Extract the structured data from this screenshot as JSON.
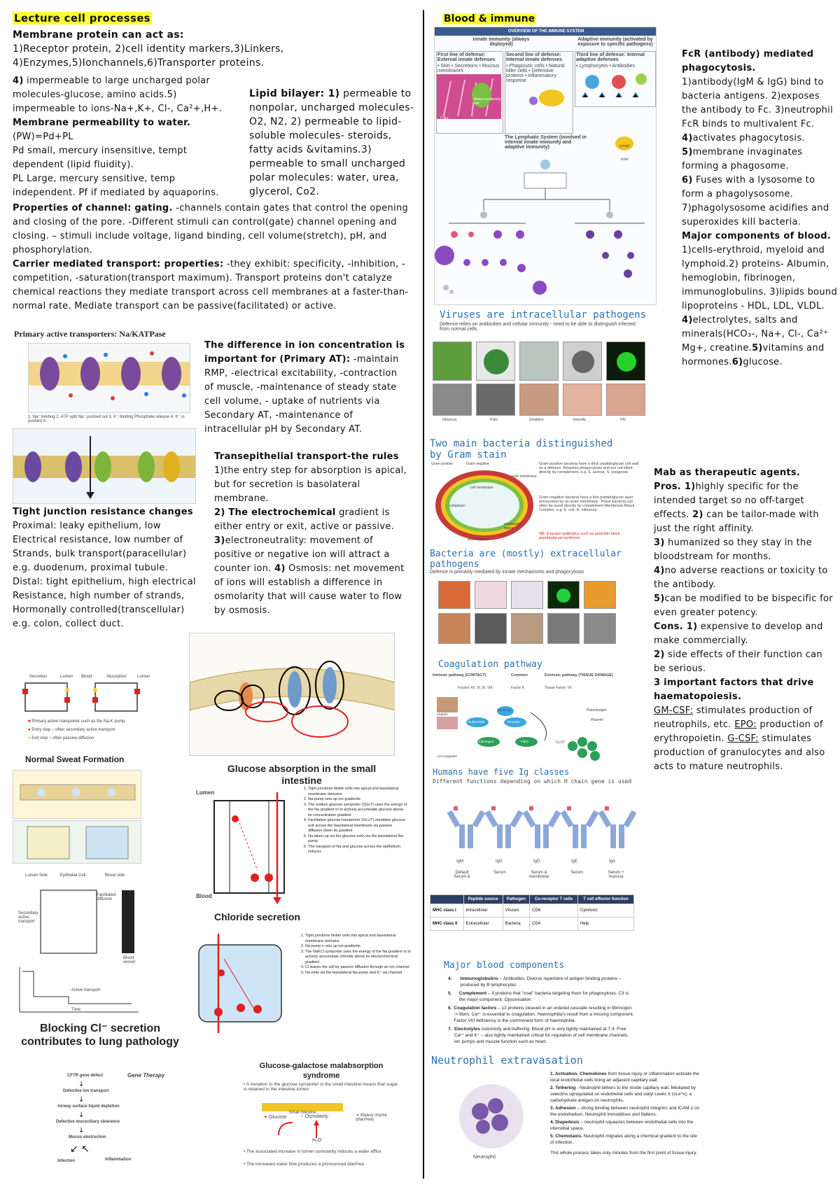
{
  "left": {
    "heading": "Lecture cell processes",
    "membrane_title": "Membrane protein can act as:",
    "membrane_line1": "1)Receptor protein, 2)cell identity markers,3)Linkers,",
    "membrane_line2": "4)Enzymes,5)Ionchannels,6)Transporter proteins.",
    "lipid_bold": "Lipid bilayer: 1)",
    "lipid_text": " permeable to nonpolar, uncharged molecules-O2, N2, 2) permeable to lipid-soluble molecules- steroids, fatty acids &vitamins.3) permeable to small uncharged polar molecules: water, urea, glycerol, Co2.",
    "impermeable_text": " impermeable to large uncharged polar molecules-glucose, amino acids.5) impermeable to ions-Na+,K+, Cl-, Ca²+,H+.",
    "impermeable_bold": "4)",
    "perm_title": "Membrane permeability to water.",
    "perm_formula": "(PW)=Pd+PL",
    "pd_text": "Pd small, mercury insensitive, tempt dependent (lipid fluidity).",
    "pl_text": "PL Large, mercury sensitive, temp independent. Pf if mediated by aquaporins.",
    "channel_bold": "Properties of channel: gating.",
    "channel_text": " -channels contain gates that control the opening and closing of the pore. -Different stimuli can control(gate) channel opening and closing. – stimuli include voltage, ligand binding, cell volume(stretch), pH, and phosphorylation.",
    "carrier_bold": "Carrier mediated transport: properties:",
    "carrier_text": " -they exhibit: specificity, -inhibition, -competition, -saturation(transport maximum). Transport proteins don't catalyze chemical reactions they mediate transport across cell membranes at a faster-than-normal rate. Mediate transport can be passive(facilitated) or active.",
    "primary_title": "Primary active transporters: Na/KATPase",
    "primary_steps": "1. Na⁺ binding   2. ATP split Na⁺ pushed out   3. K⁺ binding Phosphate release   4. K⁺ is pushed in",
    "ion_bold": "The difference in ion concentration is important for (Primary AT):",
    "ion_text": " -maintain RMP, -electrical excitability, -contraction of muscle, -maintenance of steady state cell volume, - uptake of nutrients via Secondary AT, -maintenance of intracellular pH by Secondary AT.",
    "transep_title": "Transepithelial transport-the rules",
    "transep_text1": "1)the entry step for absorption is apical, but for secretion is basolateral membrane.",
    "transep_bold2": "2) The electrochemical",
    "transep_text2": " gradient is either entry or exit, active or passive.",
    "transep_bold3": "3)",
    "transep_text3": "electroneutrality: movement of positive or negative ion will attract a counter ion.",
    "transep_bold4": "4)",
    "transep_text4": " Osmosis: net movement of ions will establish a difference in osmolarity that will cause water to flow by osmosis.",
    "tight_title": "Tight junction resistance changes",
    "tight_text": "Proximal: leaky epithelium, low Electrical resistance, low number of Strands, bulk transport(paracellular) e.g. duodenum, proximal tubule. Distal: tight epithelium, high electrical Resistance, high number of strands, Hormonally controlled(transcellular) e.g. colon, collect duct.",
    "legend1": "Primary active transporter such as the Na-K pump",
    "legend2": "Entry step – often secondary active transport",
    "legend3": "Exit step – often passive diffusion",
    "sweat_title": "Normal Sweat Formation",
    "glucose_title": "Glucose absorption in the small intestine",
    "glucose_lumen": "Lumen",
    "glucose_blood": "Blood",
    "glucose_steps": [
      "Tight junctions divide cells into apical and basolateral membrane domains",
      "Na-pump sets up ion gradients",
      "The sodium glucose symporter (SGLT) uses the energy of the Na gradient to to actively accumulate glucose above its concentration gradient",
      "Facilitative glucose transporter (GLUT) mediates glucose exit across the basolateral membrane via passive diffusion down its gradient",
      "Na taken up via the glucose exits via the basolateral Na-pump",
      "The transport of Na and glucose across the epithelium induces"
    ],
    "chloride_title": "Chloride secretion",
    "chloride_steps": [
      "Tight junctions divide cells into apical and basolateral membrane domains",
      "Na pump s sets up ion gradients",
      "The NaKCl symporter uses the energy of the Na gradient to to actively accumulate chloride above its electrochemical gradient",
      "Cl leaves the cell by passive diffusion through an ion channel",
      "Na exits via the basolateral Na-pump and K⁺ via channel"
    ],
    "blocking_title1": "Blocking Cl⁻ secretion",
    "blocking_title2": "contributes to lung pathology",
    "cftr_items": [
      "CFTR gene defect",
      "Gene Therapy",
      "Defective ion transport",
      "Airway surface liquid depletion",
      "Defective mucociliary clearance",
      "Mucus obstruction",
      "Infection",
      "Inflammation"
    ],
    "malabs_title": "Glucose-galactose malabsorption syndrome",
    "malabs_bullet": "A mutation to the glucose symporter in the small intestine means that sugar is retained in the intestine lumen",
    "malabs_small": "Small intestine",
    "malabs_glucose": "Glucose",
    "malabs_osm": "↑ Osmolarity",
    "malabs_watery": "Watery chyme (diarrhea)",
    "malabs_h2o": "H₂O",
    "malabs_note1": "The associated increase in lumen osmolarity induces a water efflux",
    "malabs_note2": "The increased water flow produces a pronounced diarrhea",
    "sec_labels": [
      "Secretion",
      "Lumen",
      "Blood",
      "Absorption",
      "Lumen"
    ],
    "sweat_bottom": [
      "Lumen Side",
      "Epithelial Cell",
      "Blood side"
    ],
    "secondary_labels": [
      "Secondary active transport",
      "Facilitated diffusion",
      "Blood vessel",
      "Active transport",
      "Time"
    ]
  },
  "right": {
    "heading": "Blood & immune",
    "immune_header": "OVERVIEW OF THE IMMUNE SYSTEM",
    "immune_innate": "Innate immunity (always deployed)",
    "immune_adaptive": "Adaptive immunity (activated by exposure to specific pathogens)",
    "immune_first": "First line of defense: External innate defenses",
    "immune_first_items": "• Skin • Secretions • Mucous membranes",
    "immune_second": "Second line of defense: Internal innate defenses",
    "immune_second_items": "• Phagocytic cells • Natural killer cells • Defensive proteins • Inflammatory response",
    "immune_third": "Third line of defense: Internal adaptive defenses",
    "immune_third_items": "• Lymphocytes • Antibodies",
    "immune_lymph": "The Lymphatic System (involved in internal innate immunity and adaptive immunity)",
    "immune_node": "Lymph node",
    "immune_cilia": "Cilia",
    "immune_mucus": "Mucus-producing cell",
    "fcr_title": "FcR (antibody) mediated phagocytosis.",
    "fcr_text": "1)antibody(IgM & IgG) bind to bacteria antigens. 2)exposes the antibody to Fc. 3)neutrophil FcR binds to multivalent Fc.",
    "fcr_bold4": "4)",
    "fcr_text4": "activates phagocytosis.",
    "fcr_bold5": "5)",
    "fcr_text5": "membrane invaginates forming a phagosome.",
    "fcr_bold6": "6)",
    "fcr_text6": " Fuses with a lysosome to form a phagolysosome.",
    "fcr_text7": "7)phagolysosome acidifies and superoxides kill bacteria.",
    "major_title": "Major components of blood.",
    "major_text": "1)cells-erythroid, myeloid and lymphoid.2) proteins- Albumin, hemoglobin, fibrinogen, immunoglobulins. 3)lipids bound lipoproteins - HDL, LDL, VLDL.",
    "major_bold4": "4)",
    "major_text4": "electrolytes, salts and minerals(HCO₃-, Na+, Cl-, Ca²⁺ Mg+, creatine.",
    "major_bold5": "5)",
    "major_text5": "vitamins and hormones.",
    "major_bold6": "6)",
    "major_text6": "glucose.",
    "viruses_title": "Viruses are intracellular pathogens",
    "viruses_sub": "Defence relies on antibodies and cellular immunity - need to be able to distinguish infected from normal cells.",
    "virus_labels": [
      "Influenza",
      "Polio",
      "Smallpox",
      "Varicella",
      "HIV"
    ],
    "gram_title": "Two main bacteria distinguished by Gram stain",
    "gram_pos": "Gram positive bacteria have a thick peptidoglycan cell wall as a defence. Requires phagocytosis and are not killed directly by complement. e.g. S. aureus, S. pyogenes",
    "gram_neg": "Gram negative bacteria have a thin peptidoglycan layer surrounded by an outer membrane. These bacteria can often be lysed directly by complement Membrane Attack Complex. e.g. E. coli, H. influenza",
    "gram_nb": "NB: β-lactam antibiotics such as penicillin block peptidoglycan synthesis",
    "gram_labels": [
      "Gram positive",
      "Gram negative",
      "outer membrane",
      "cell membrane",
      "cytoplasm",
      "peptidoglycan",
      "periplasmic space"
    ],
    "bacteria_title": "Bacteria are (mostly) extracellular pathogens",
    "bacteria_sub": "Defence is primarily mediated by innate mechanisms and phagocytosis",
    "coag_title": "Coagulation pathway",
    "coag_intrinsic": "Intrinsic pathway (CONTACT)",
    "coag_common": "Common",
    "coag_extrinsic": "Extrinsic pathway (TISSUE DAMAGE)",
    "coag_factors1": "Factors XII, XI, IX, VIII",
    "coag_factor2": "Factor X",
    "coag_factor3": "Tissue Factor, VII",
    "coag_labels": [
      "Factor Xa",
      "Prothrombin",
      "Thrombin",
      "Fibrinogen",
      "Fibrin",
      "Plasminogen",
      "Plasmin",
      "CLOT",
      "Heparin",
      "Anti-coagulant"
    ],
    "ig_title": "Humans have five Ig classes",
    "ig_sub": "Different functions depending on which H chain gene is used",
    "ig_classes": [
      "IgM",
      "IgG",
      "IgD",
      "IgE",
      "IgA"
    ],
    "ig_desc": [
      "Default Serum &",
      "Serum",
      "Serum & membrane",
      "Serum",
      "Serum + mucosa"
    ],
    "mhc_headers": [
      "",
      "Peptide source",
      "Pathogen",
      "Co-receptor T cells",
      "T cell effector function"
    ],
    "mhc_rows": [
      [
        "MHC class I",
        "Intracellular",
        "Viruses",
        "CD8",
        "Cytotoxic"
      ],
      [
        "MHC class II",
        "Extracellular",
        "Bacteria",
        "CD4",
        "Help"
      ]
    ],
    "major_blood_title": "Major blood components",
    "major_blood_items": [
      {
        "n": "4.",
        "b": "Immunoglobulins",
        "t": " – Antibodies. Diverse repertoire of antigen binding proteins – produced by B lymphocytes"
      },
      {
        "n": "5.",
        "b": "Complement",
        "t": " – 9 proteins that \"coat\" bacteria targeting them for phagocytosis. C3 is the major component. Opsonisation."
      },
      {
        "n": "6.",
        "b": "Coagulation factors",
        "t": " – 13 proteins cleaved in an ordered cascade resulting in fibrinogen -> fibrin. Ca²⁺ is essential to coagulation. Haemophilia's result from a missing component. Factor VIII deficiency is the commonest form of haemophilia."
      },
      {
        "n": "7.",
        "b": "Electrolytes",
        "t": " Isotonicity and buffering. Blood pH is very tightly maintained at 7.4. Free Ca²⁺ and K⁺ – also tightly maintained critical for regulation of cell membrane channels, ion pumps and muscle function such as heart."
      }
    ],
    "neutro_title": "Neutrophil extravasation",
    "neutro_label": "Neutrophil",
    "neutro_steps": [
      {
        "b": "1. Activation. Chemokines",
        "t": " from tissue injury or inflammation activate the local endothelial cells lining an adjacent capillary wall."
      },
      {
        "b": "2. Tethering",
        "t": " - Neutrophil tethers to the inside capillary wall. Mediated by selectins upregulated on endothelial cells and sialyl Lewis X (sLe^x), a carbohydrate antigen on neutrophils."
      },
      {
        "b": "3. Adhesion",
        "t": " – strong binding between neutrophil integrins and ICAM-1 on the endothelium. Neutrophil immobilises and flattens."
      },
      {
        "b": "4. Diapedesis",
        "t": " – neutrophil squeezes between endothelial cells into the interstitial space."
      },
      {
        "b": "5. Chemotaxis.",
        "t": " Neutrophil migrates along a chemical gradient to the site of infection."
      }
    ],
    "neutro_footer": "This whole process takes only minutes from the first point of tissue injury.",
    "mab_title": "Mab as therapeutic agents.",
    "mab_pros_bold": "Pros. 1)",
    "mab_pros_text": "highly specific for the intended target so no off-target effects.",
    "mab_bold2": "2)",
    "mab_text2": " can be tailor-made with just the right affinity.",
    "mab_bold3": "3)",
    "mab_text3": " humanized so they stay in the bloodstream for months.",
    "mab_bold4": "4)",
    "mab_text4": "no adverse reactions or toxicity to the antibody.",
    "mab_bold5": "5)",
    "mab_text5": "can be modified to be bispecific for even greater potency.",
    "mab_cons_bold": "Cons. 1)",
    "mab_cons_text": " expensive to develop and make commercially.",
    "mab_cons_bold2": "2)",
    "mab_cons_text2": " side effects of their function can be serious.",
    "factors_title": "3 important factors that drive haematopoiesis.",
    "gmcsf": "GM-CSF:",
    "gmcsf_text": " stimulates production of neutrophils, etc.",
    "epo": "EPO:",
    "epo_text": " production of erythropoietin.",
    "gcsf": "G-CSF:",
    "gcsf_text": " stimulates production of granulocytes and also acts to mature neutrophils."
  },
  "colors": {
    "highlight": "#ffff33",
    "blue_title": "#2a6fb0",
    "immune_header": "#3b5a8c",
    "red": "#e02020"
  }
}
